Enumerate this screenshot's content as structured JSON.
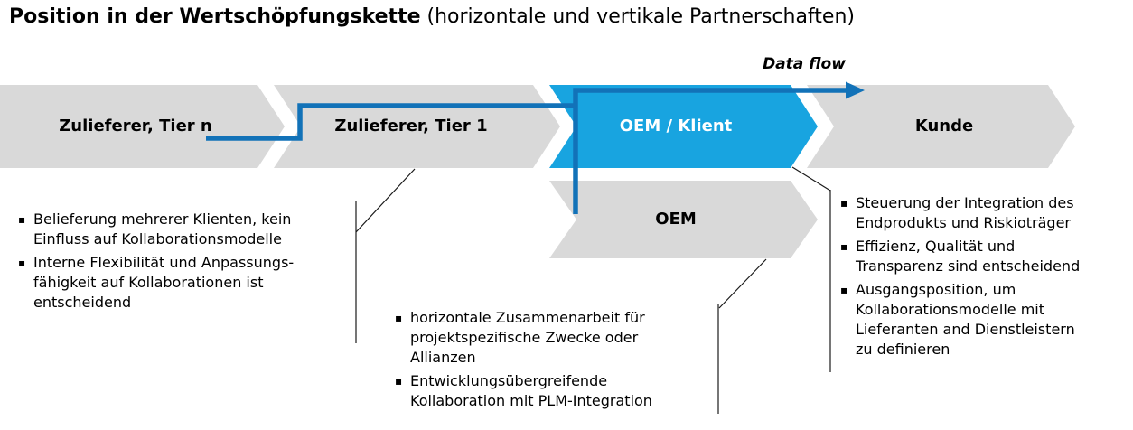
{
  "title": {
    "bold": "Position in der Wertschöpfungskette",
    "regular": " (horizontale und vertikale Partnerschaften)"
  },
  "data_flow_label": "Data flow",
  "chevrons": {
    "tier_n": "Zulieferer, Tier n",
    "tier_1": "Zulieferer, Tier 1",
    "oem_klient": "OEM / Klient",
    "kunde": "Kunde",
    "oem": "OEM"
  },
  "bullet_char": "▪",
  "notes": {
    "supplier": {
      "items": [
        "Belieferung mehrerer Klienten, kein\nEinfluss auf Kollaborationsmodelle",
        "Interne Flexibilität und Anpassungs-\nfähigkeit auf Kollaborationen ist\nentscheidend"
      ]
    },
    "oem_horizontal": {
      "items": [
        "horizontale Zusammenarbeit für\nprojektspezifische Zwecke oder\nAllianzen",
        "Entwicklungsübergreifende\nKollaboration mit PLM-Integration"
      ]
    },
    "oem_client": {
      "items": [
        "Steuerung der Integration des\nEndprodukts und Riskioträger",
        "Effizienz, Qualität und\nTransparenz sind entscheidend",
        "Ausgangsposition, um\nKollaborationsmodelle mit\nLieferanten and Dienstleistern\nzu definieren"
      ]
    }
  },
  "colors": {
    "chevron_gray": "#d9d9d9",
    "chevron_blue": "#18a4e0",
    "flow_blue": "#1272b8",
    "text": "#000000",
    "callout": "#1a1a1a"
  }
}
